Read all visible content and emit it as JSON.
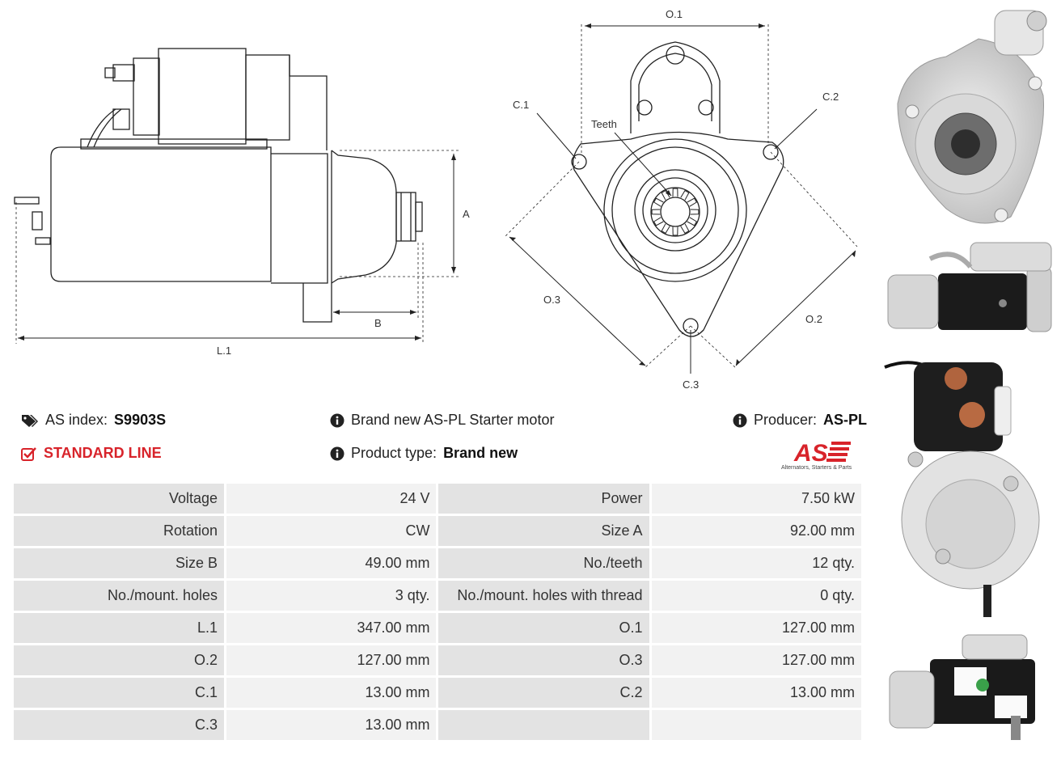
{
  "drawing": {
    "dim_A": "A",
    "dim_B": "B",
    "dim_L1": "L.1",
    "dim_O1": "O.1",
    "dim_O2": "O.2",
    "dim_O3": "O.3",
    "dim_C1": "C.1",
    "dim_C2": "C.2",
    "dim_C3": "C.3",
    "teeth": "Teeth"
  },
  "info": {
    "as_index_label": "AS index:",
    "as_index_value": "S9903S",
    "line": "STANDARD LINE",
    "description": "Brand new AS-PL Starter motor",
    "product_type_label": "Product type:",
    "product_type_value": "Brand new",
    "producer_label": "Producer:",
    "producer_value": "AS-PL",
    "logo_text": "AS",
    "logo_tagline": "Alternators, Starters & Parts"
  },
  "specs": [
    [
      "Voltage",
      "24 V",
      "Power",
      "7.50 kW"
    ],
    [
      "Rotation",
      "CW",
      "Size A",
      "92.00 mm"
    ],
    [
      "Size B",
      "49.00 mm",
      "No./teeth",
      "12 qty."
    ],
    [
      "No./mount. holes",
      "3 qty.",
      "No./mount. holes with thread",
      "0 qty."
    ],
    [
      "L.1",
      "347.00 mm",
      "O.1",
      "127.00 mm"
    ],
    [
      "O.2",
      "127.00 mm",
      "O.3",
      "127.00 mm"
    ],
    [
      "C.1",
      "13.00 mm",
      "C.2",
      "13.00 mm"
    ],
    [
      "C.3",
      "13.00 mm",
      "",
      ""
    ]
  ],
  "colors": {
    "accent": "#d8232a",
    "label_bg": "#e3e3e3",
    "value_bg": "#f2f2f2"
  }
}
